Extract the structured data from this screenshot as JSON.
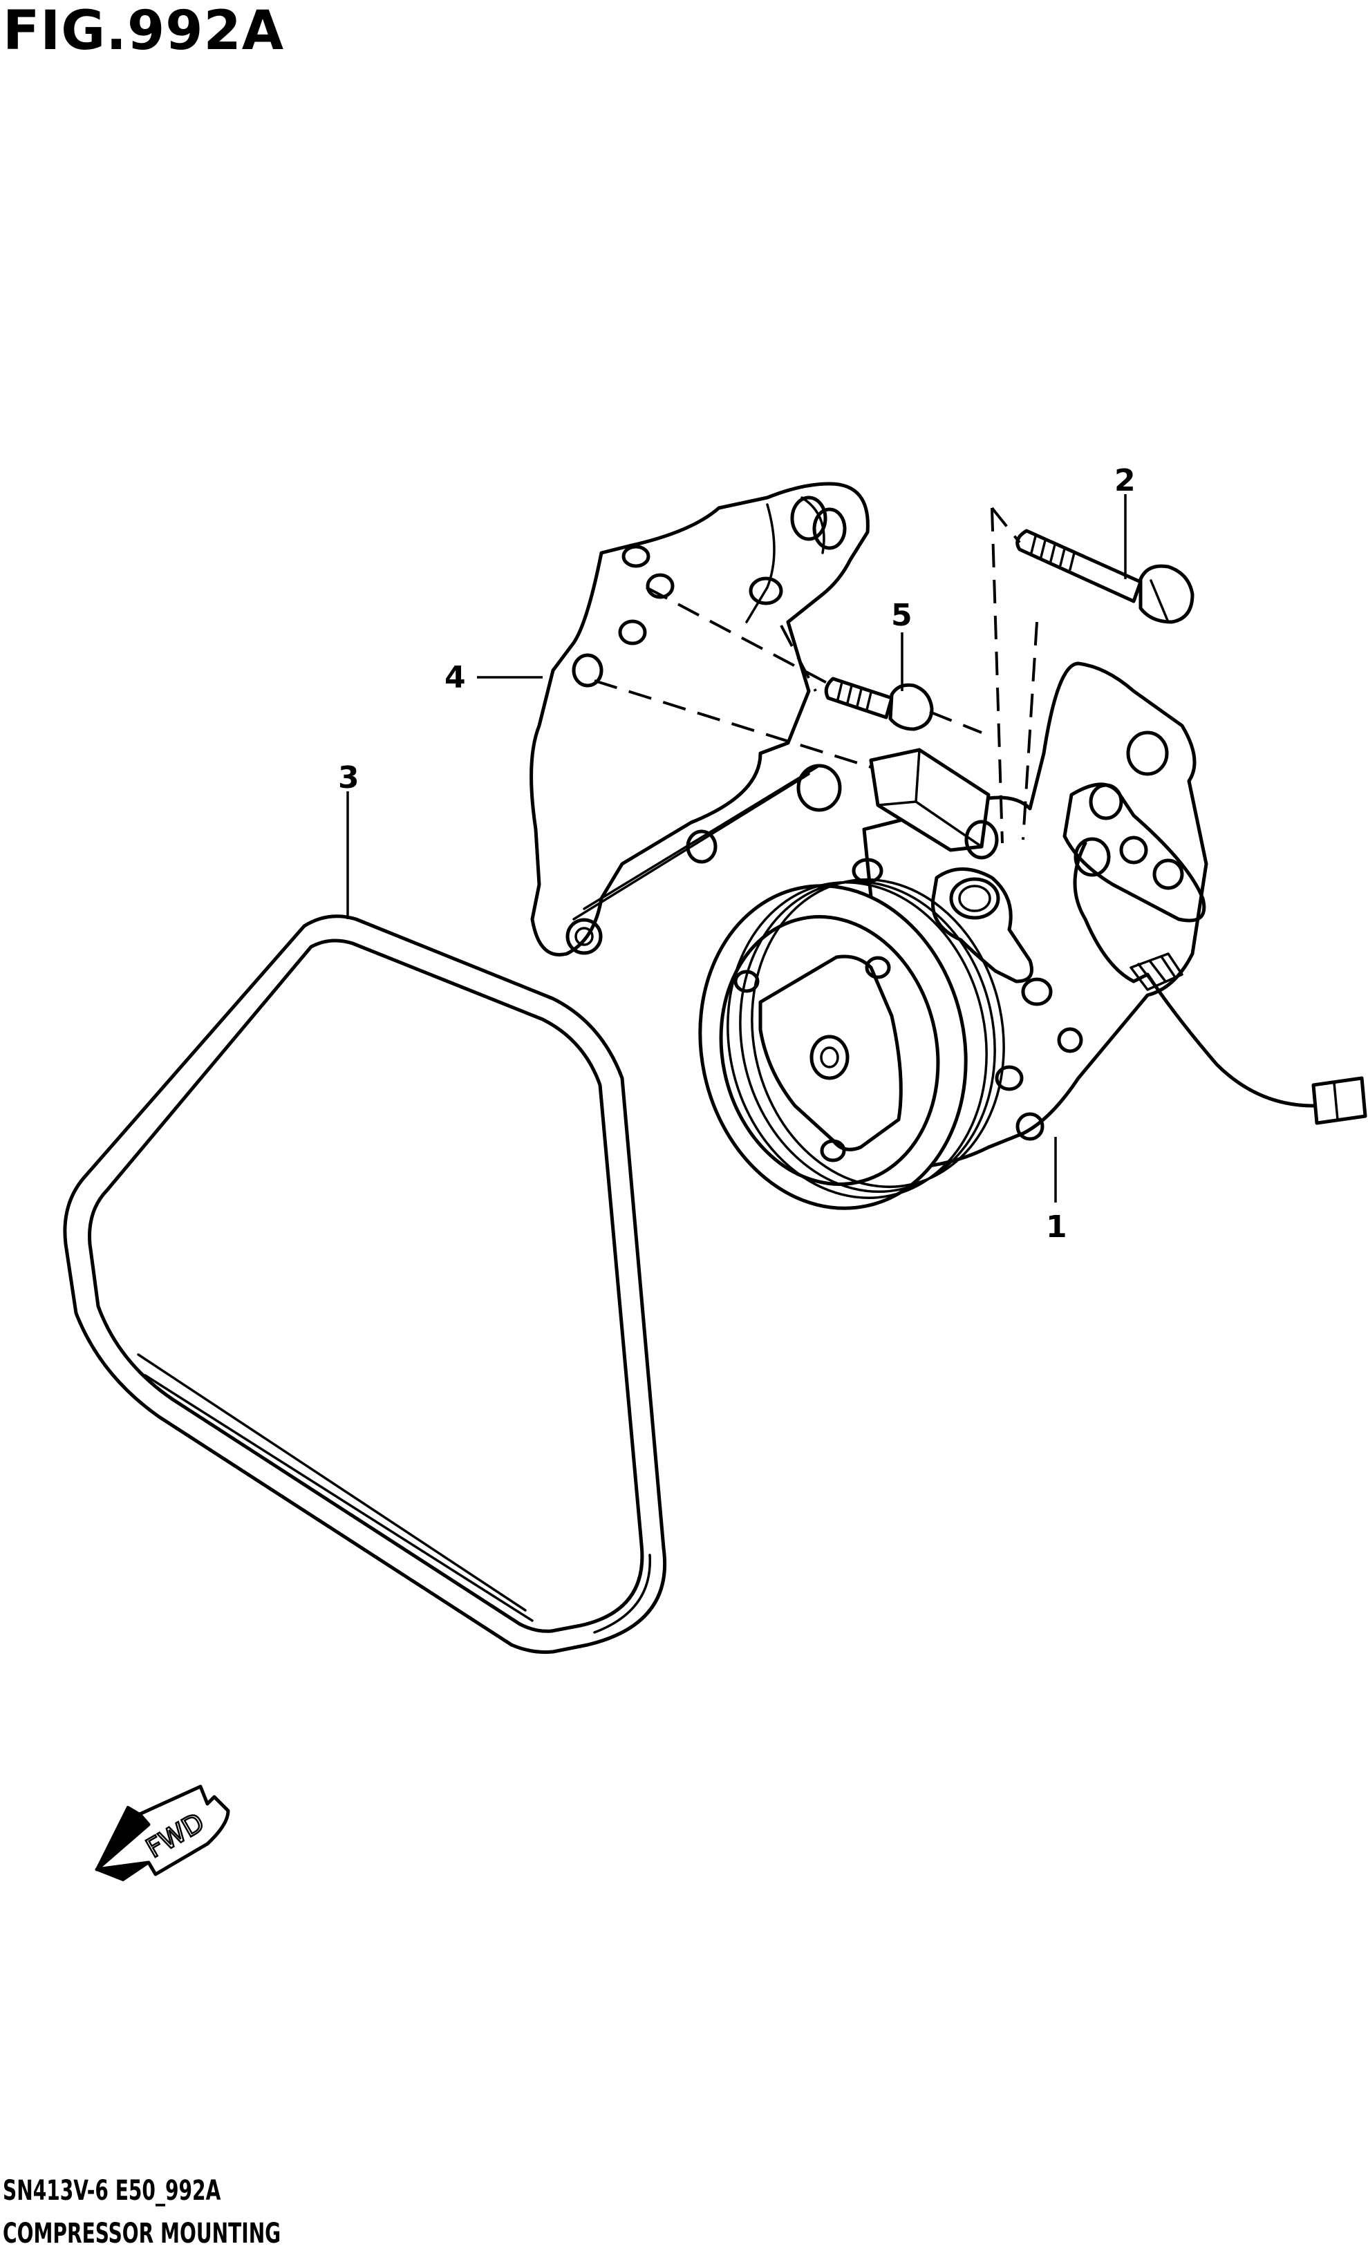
{
  "figure": {
    "title": "FIG.992A",
    "code": "SN413V-6 E50_992A",
    "name": "COMPRESSOR MOUNTING"
  },
  "callouts": [
    {
      "number": "1",
      "part": "compressor"
    },
    {
      "number": "2",
      "part": "bolt"
    },
    {
      "number": "3",
      "part": "belt"
    },
    {
      "number": "4",
      "part": "bracket"
    },
    {
      "number": "5",
      "part": "bolt"
    }
  ],
  "direction_arrow": {
    "label": "FWD"
  }
}
